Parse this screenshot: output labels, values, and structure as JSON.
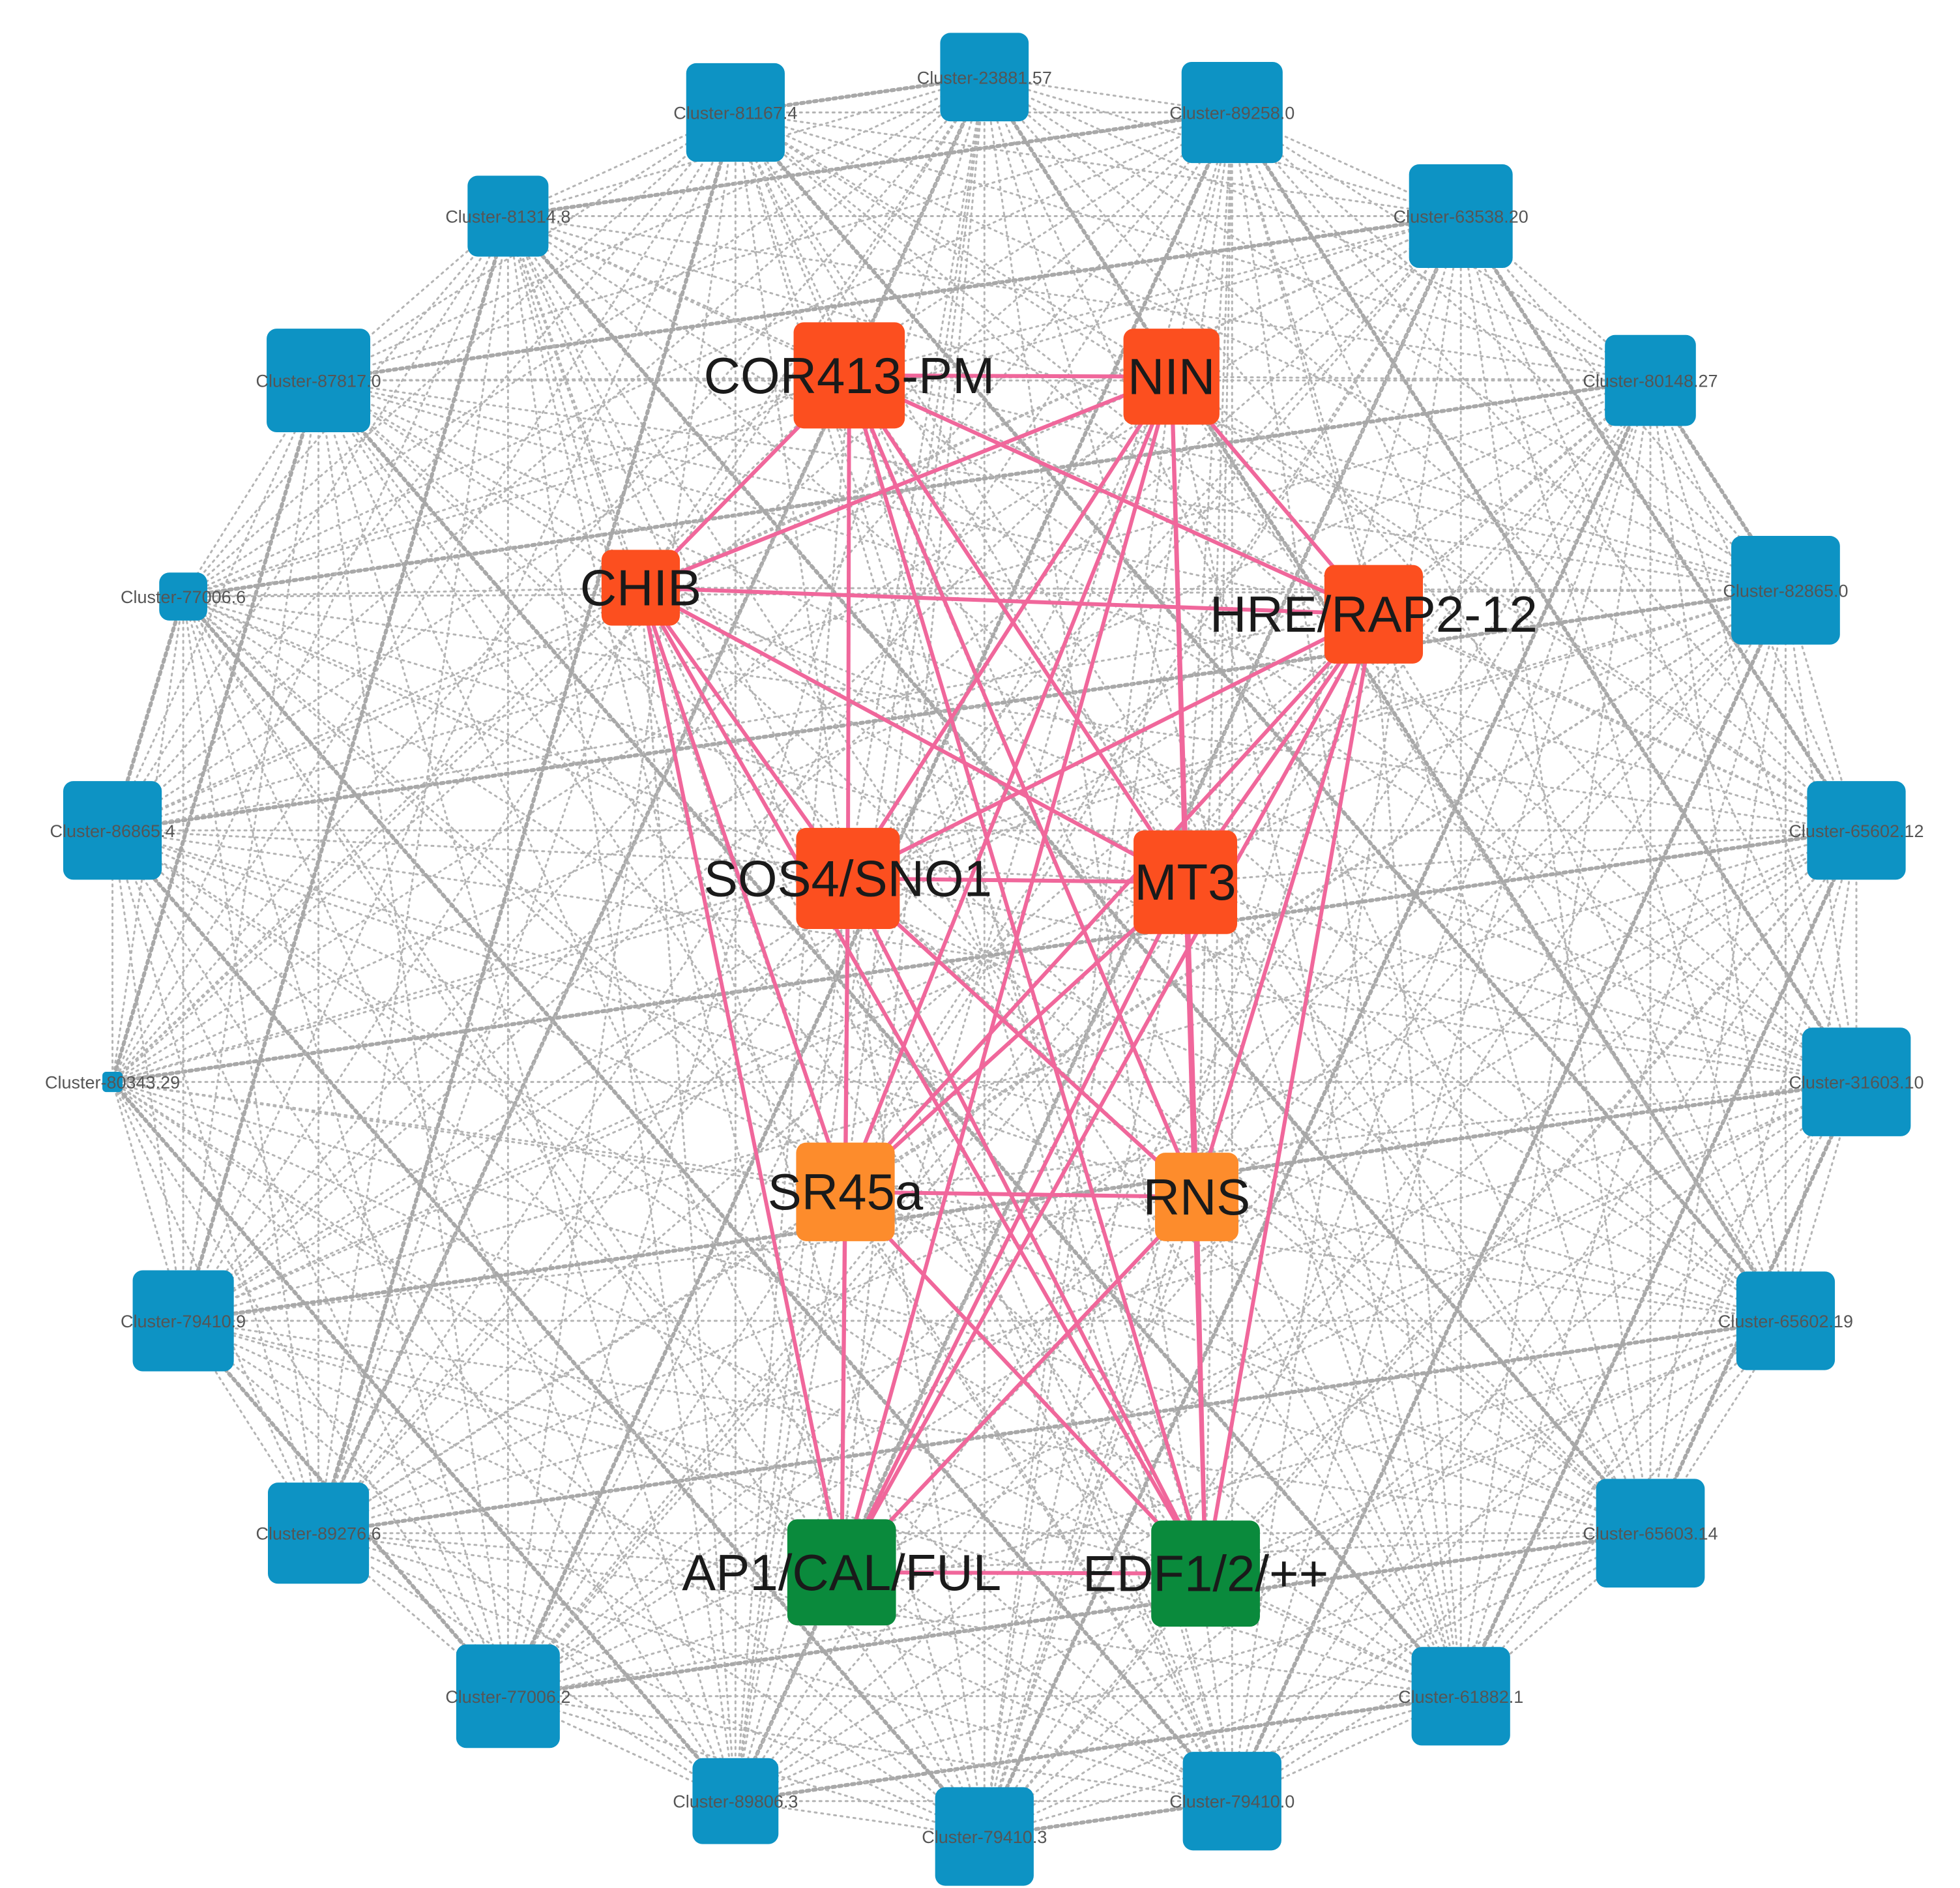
{
  "colors": {
    "periphery_node": "#0d93c4",
    "core_node": "#fc4f1f",
    "mid_node": "#fd8c2c",
    "hub_node": "#0a8a3c",
    "core_edge": "#f0679b",
    "background_edge": "#b4b4b4"
  },
  "core_nodes": [
    {
      "id": "cor413",
      "label": "COR413-PM",
      "group": "core"
    },
    {
      "id": "nin",
      "label": "NIN",
      "group": "core"
    },
    {
      "id": "chib",
      "label": "CHIB",
      "group": "core"
    },
    {
      "id": "hre",
      "label": "HRE/RAP2-12",
      "group": "core"
    },
    {
      "id": "sos4",
      "label": "SOS4/SNO1",
      "group": "core"
    },
    {
      "id": "mt3",
      "label": "MT3",
      "group": "core"
    },
    {
      "id": "sr45a",
      "label": "SR45a",
      "group": "mid"
    },
    {
      "id": "rns",
      "label": "RNS",
      "group": "mid"
    },
    {
      "id": "ap1",
      "label": "AP1/CAL/FUL",
      "group": "hub"
    },
    {
      "id": "edf",
      "label": "EDF1/2/++",
      "group": "hub"
    }
  ],
  "core_edges": [
    [
      "cor413",
      "nin"
    ],
    [
      "cor413",
      "chib"
    ],
    [
      "cor413",
      "hre"
    ],
    [
      "cor413",
      "sos4"
    ],
    [
      "cor413",
      "mt3"
    ],
    [
      "cor413",
      "rns"
    ],
    [
      "cor413",
      "edf"
    ],
    [
      "nin",
      "chib"
    ],
    [
      "nin",
      "hre"
    ],
    [
      "nin",
      "sos4"
    ],
    [
      "nin",
      "mt3"
    ],
    [
      "nin",
      "sr45a"
    ],
    [
      "nin",
      "ap1"
    ],
    [
      "nin",
      "rns"
    ],
    [
      "chib",
      "hre"
    ],
    [
      "chib",
      "sos4"
    ],
    [
      "chib",
      "mt3"
    ],
    [
      "chib",
      "sr45a"
    ],
    [
      "chib",
      "ap1"
    ],
    [
      "chib",
      "edf"
    ],
    [
      "hre",
      "sos4"
    ],
    [
      "hre",
      "mt3"
    ],
    [
      "hre",
      "sr45a"
    ],
    [
      "hre",
      "ap1"
    ],
    [
      "hre",
      "edf"
    ],
    [
      "hre",
      "rns"
    ],
    [
      "sos4",
      "mt3"
    ],
    [
      "sos4",
      "ap1"
    ],
    [
      "sos4",
      "edf"
    ],
    [
      "sos4",
      "rns"
    ],
    [
      "sos4",
      "sr45a"
    ],
    [
      "mt3",
      "sr45a"
    ],
    [
      "mt3",
      "ap1"
    ],
    [
      "mt3",
      "edf"
    ],
    [
      "sr45a",
      "rns"
    ],
    [
      "sr45a",
      "ap1"
    ],
    [
      "sr45a",
      "edf"
    ],
    [
      "rns",
      "ap1"
    ],
    [
      "rns",
      "edf"
    ],
    [
      "ap1",
      "edf"
    ]
  ],
  "periphery_nodes": [
    {
      "id": "p01",
      "label": "Cluster-23881.57"
    },
    {
      "id": "p02",
      "label": "Cluster-89258.0"
    },
    {
      "id": "p03",
      "label": "Cluster-63538.20"
    },
    {
      "id": "p04",
      "label": "Cluster-80148.27"
    },
    {
      "id": "p05",
      "label": "Cluster-82865.0"
    },
    {
      "id": "p06",
      "label": "Cluster-65602.12"
    },
    {
      "id": "p07",
      "label": "Cluster-31603.10"
    },
    {
      "id": "p08",
      "label": "Cluster-65602.19"
    },
    {
      "id": "p09",
      "label": "Cluster-65603.14"
    },
    {
      "id": "p10",
      "label": "Cluster-61882.1"
    },
    {
      "id": "p11",
      "label": "Cluster-79410.0"
    },
    {
      "id": "p12",
      "label": "Cluster-79410.3"
    },
    {
      "id": "p13",
      "label": "Cluster-89806.3"
    },
    {
      "id": "p14",
      "label": "Cluster-77006.2"
    },
    {
      "id": "p15",
      "label": "Cluster-89276.6"
    },
    {
      "id": "p16",
      "label": "Cluster-79410.9"
    },
    {
      "id": "p17",
      "label": "Cluster-80343.29"
    },
    {
      "id": "p18",
      "label": "Cluster-86865.4"
    },
    {
      "id": "p19",
      "label": "Cluster-77006.6"
    },
    {
      "id": "p20",
      "label": "Cluster-87817.0"
    },
    {
      "id": "p21",
      "label": "Cluster-81314.8"
    },
    {
      "id": "p22",
      "label": "Cluster-81167.4"
    }
  ]
}
